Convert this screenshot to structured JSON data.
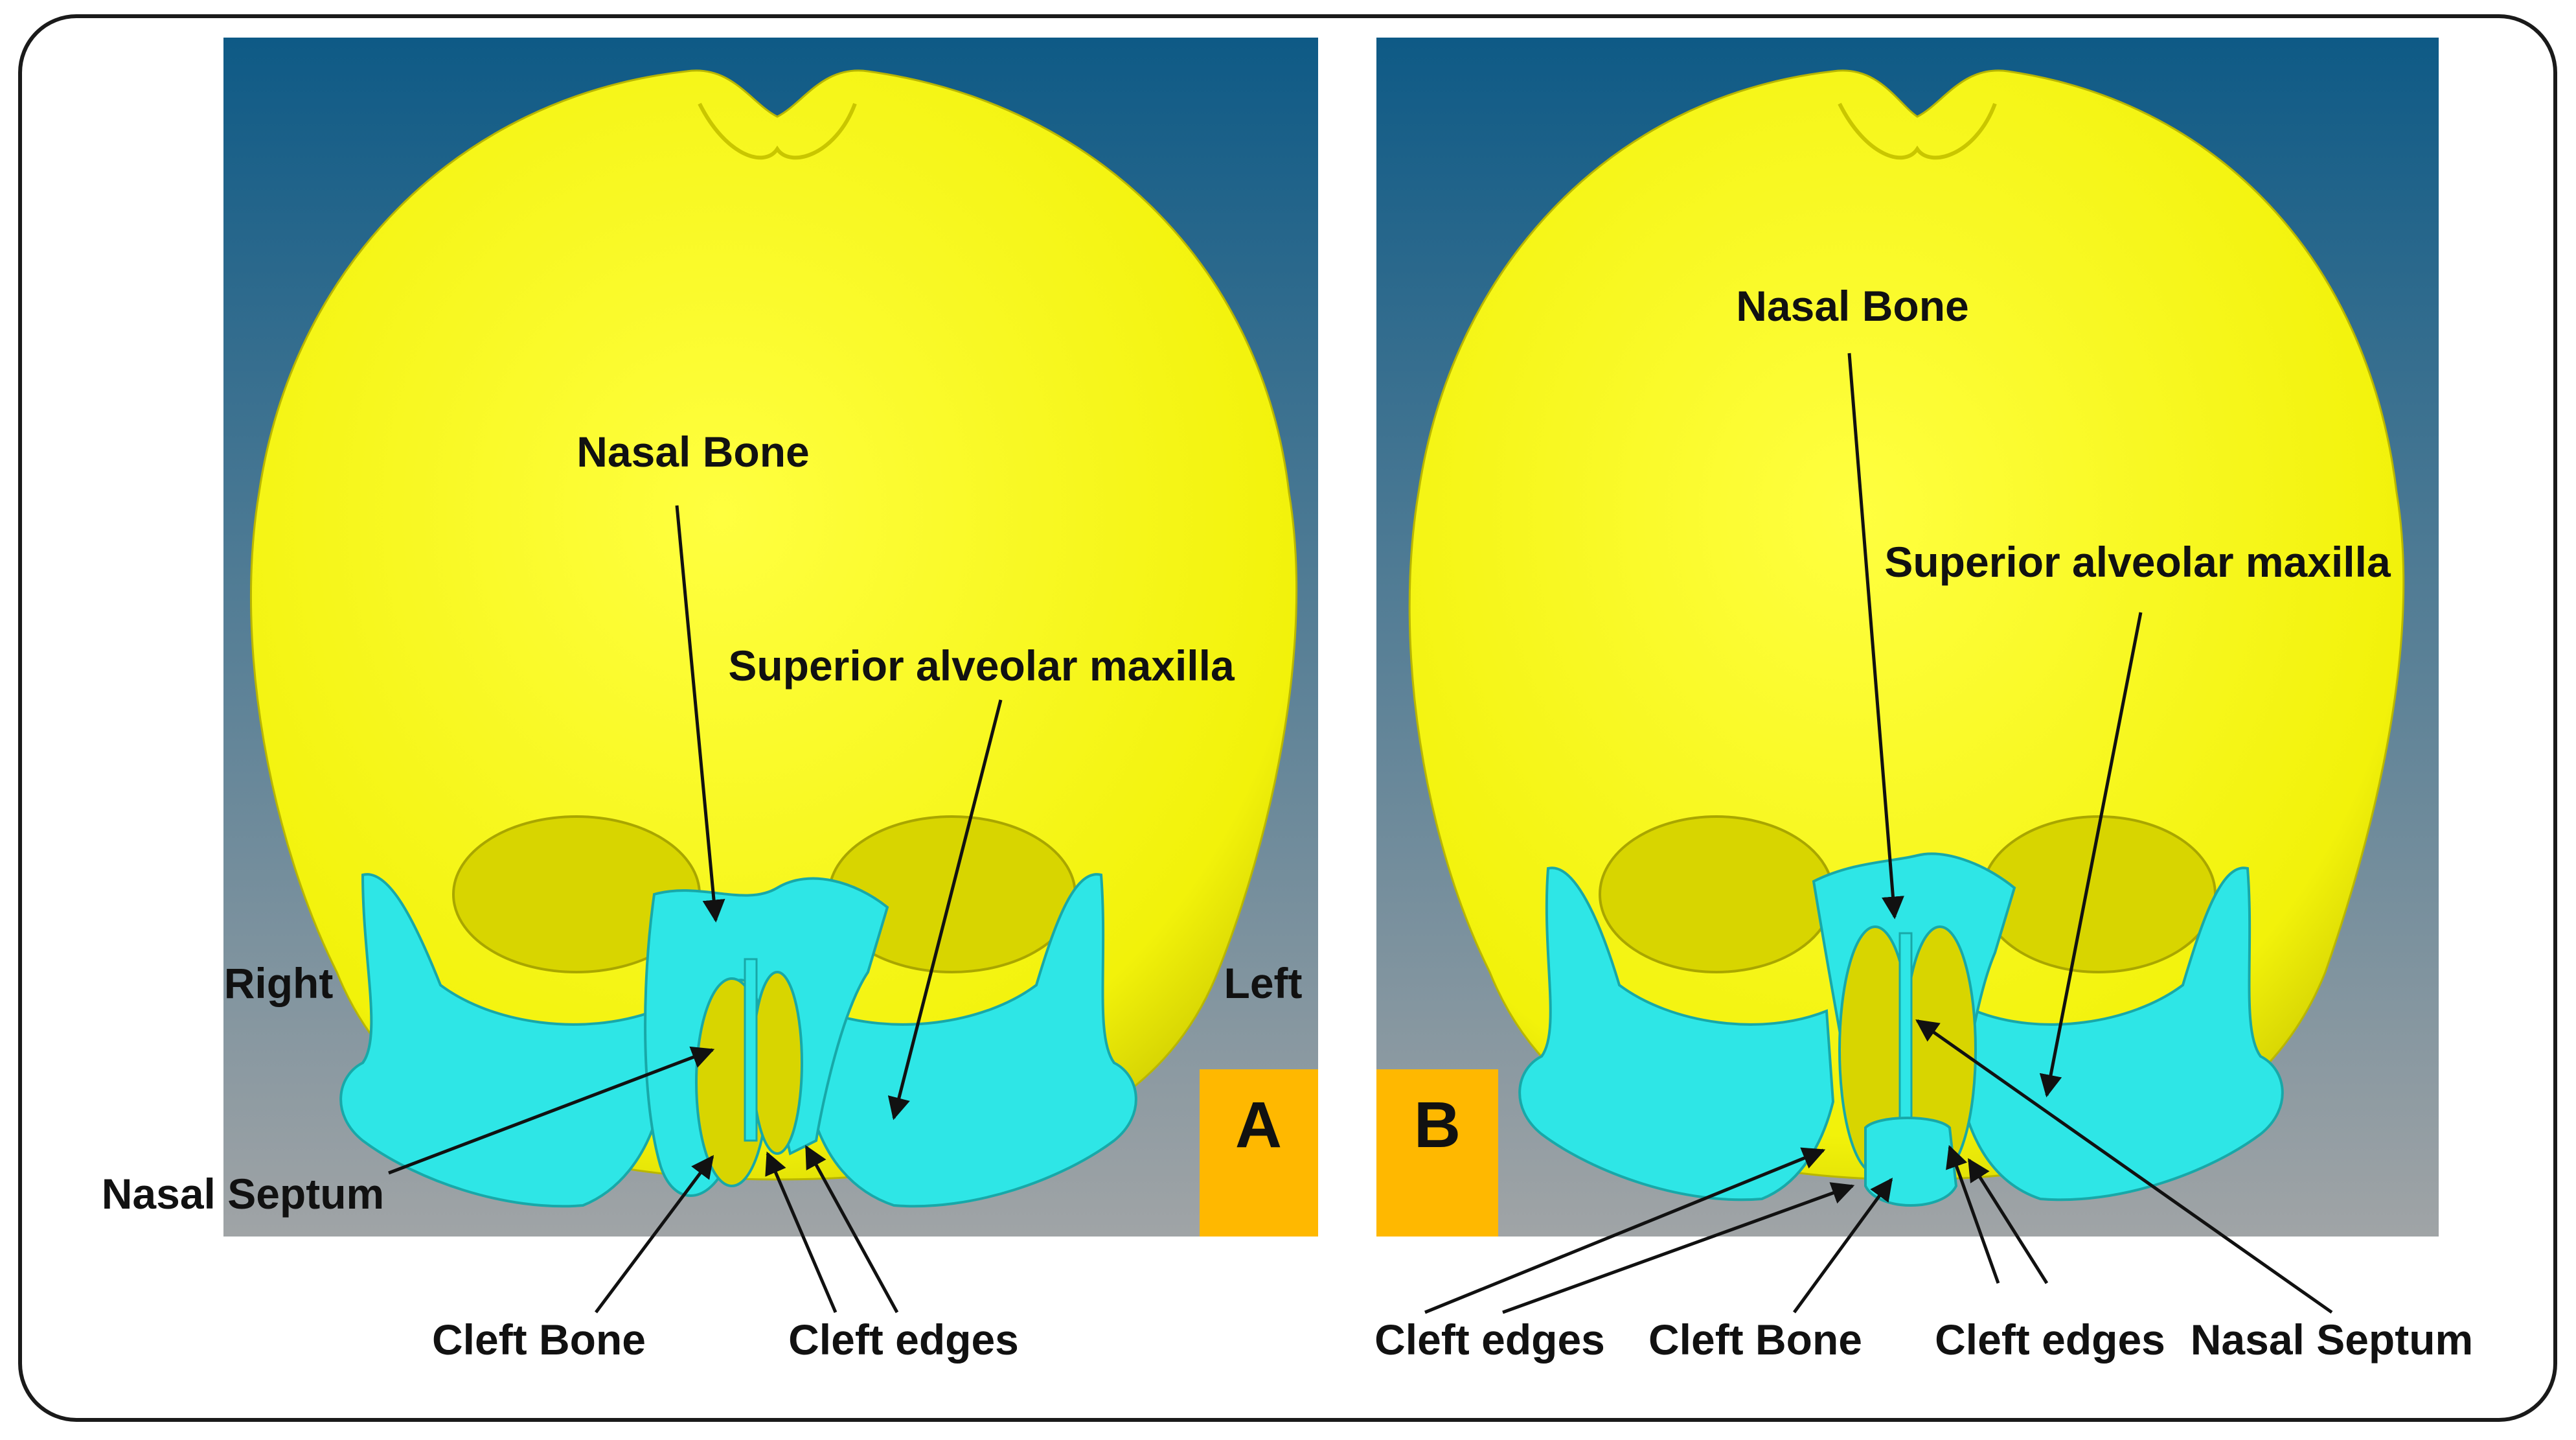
{
  "colors": {
    "bg_top": "#0e5a86",
    "bg_bottom": "#a0a4a6",
    "skull": "#f2f20a",
    "bone": "#2ee6e6",
    "panel_tag": "#ffb800"
  },
  "panel_a": {
    "tag": "A",
    "labels": {
      "nasal_bone": "Nasal Bone",
      "superior_alveolar_maxilla": "Superior alveolar maxilla",
      "right": "Right",
      "left": "Left",
      "nasal_septum": "Nasal Septum",
      "cleft_bone": "Cleft Bone",
      "cleft_edges": "Cleft edges"
    }
  },
  "panel_b": {
    "tag": "B",
    "labels": {
      "nasal_bone": "Nasal Bone",
      "superior_alveolar_maxilla": "Superior alveolar maxilla",
      "cleft_edges_left": "Cleft edges",
      "cleft_bone": "Cleft Bone",
      "cleft_edges_right": "Cleft edges",
      "nasal_septum": "Nasal Septum"
    }
  }
}
